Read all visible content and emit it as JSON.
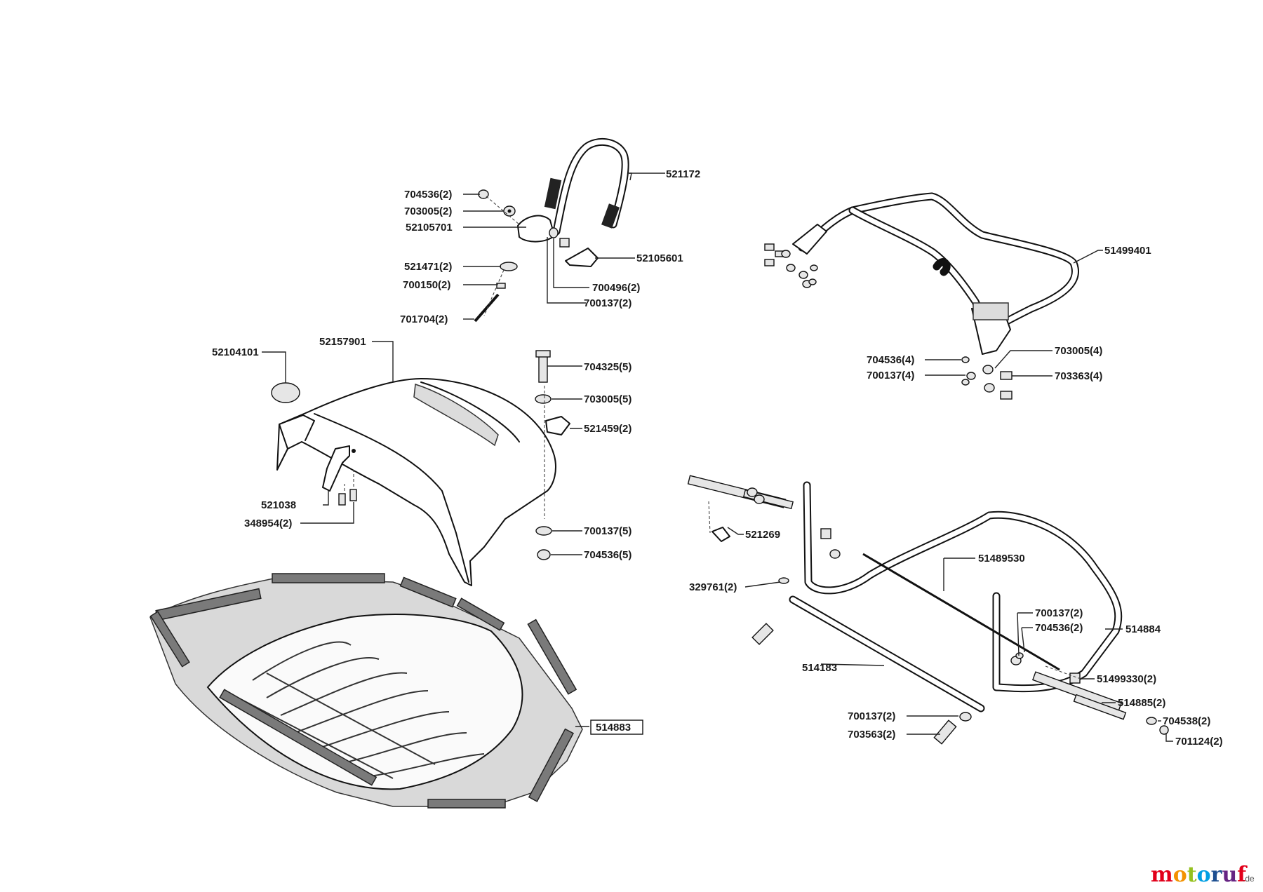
{
  "parts": {
    "p521172": "521172",
    "p704536_2": "704536(2)",
    "p703005_2": "703005(2)",
    "p52105701": "52105701",
    "p52105601": "52105601",
    "p521471_2": "521471(2)",
    "p700150_2": "700150(2)",
    "p700496_2": "700496(2)",
    "p700137_2a": "700137(2)",
    "p701704_2": "701704(2)",
    "p52104101": "52104101",
    "p52157901": "52157901",
    "p704325_5": "704325(5)",
    "p703005_5": "703005(5)",
    "p521459_2": "521459(2)",
    "p521038": "521038",
    "p348954_2": "348954(2)",
    "p700137_5": "700137(5)",
    "p704536_5": "704536(5)",
    "p514883": "514883",
    "p51499401": "51499401",
    "p704536_4": "704536(4)",
    "p700137_4": "700137(4)",
    "p703005_4": "703005(4)",
    "p703363_4": "703363(4)",
    "p521269": "521269",
    "p51489530": "51489530",
    "p329761_2": "329761(2)",
    "p700137_2b": "700137(2)",
    "p704536_2b": "704536(2)",
    "p514884": "514884",
    "p514183": "514183",
    "p51499330_2": "51499330(2)",
    "p514885_2": "514885(2)",
    "p700137_2c": "700137(2)",
    "p704538_2": "704538(2)",
    "p703563_2": "703563(2)",
    "p701124_2": "701124(2)"
  },
  "watermark": {
    "text": "motoruf",
    "suffix": ".de",
    "colors": [
      "#e2001a",
      "#f39200",
      "#95c11f",
      "#009fe3",
      "#1d4f91",
      "#662483",
      "#e2001a"
    ]
  }
}
